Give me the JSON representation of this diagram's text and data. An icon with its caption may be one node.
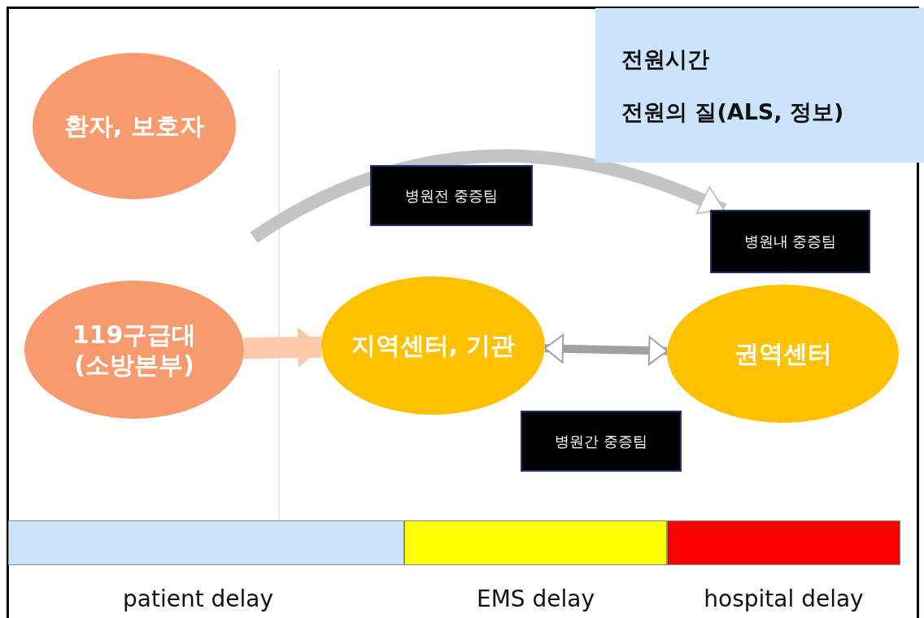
{
  "diagram": {
    "nodes": [
      {
        "text": [
          "환자, 보호자"
        ]
      },
      {
        "text": [
          "전원시간",
          "전원의 질(ALS, 정보)"
        ]
      },
      {
        "text": [
          "병원전 중증팀"
        ]
      },
      {
        "text": [
          "병원내 중증팀"
        ]
      },
      {
        "text": [
          "119구급대 (소방본부)"
        ]
      },
      {
        "text": [
          "지역센터, 기관"
        ]
      },
      {
        "text": [
          "권역센터"
        ]
      },
      {
        "text": [
          "병원간 중증팀"
        ]
      },
      {
        "text": [],
        "shape": "bar",
        "beside": [
          "patient delay"
        ]
      },
      {
        "text": [],
        "shape": "bar",
        "beside": [
          "EMS delay"
        ]
      },
      {
        "text": [],
        "shape": "bar",
        "beside": [
          "hospital delay"
        ]
      }
    ],
    "edges": [
      {
        "from": 4,
        "to": 5,
        "arrow": "to",
        "color": "#fbc9a7"
      },
      {
        "from": 5,
        "to": 6,
        "arrow": "both",
        "color": "#a0a0a0"
      },
      {
        "from": null,
        "to": 3,
        "arrow": "to",
        "color": "#c4c4c4"
      }
    ]
  }
}
